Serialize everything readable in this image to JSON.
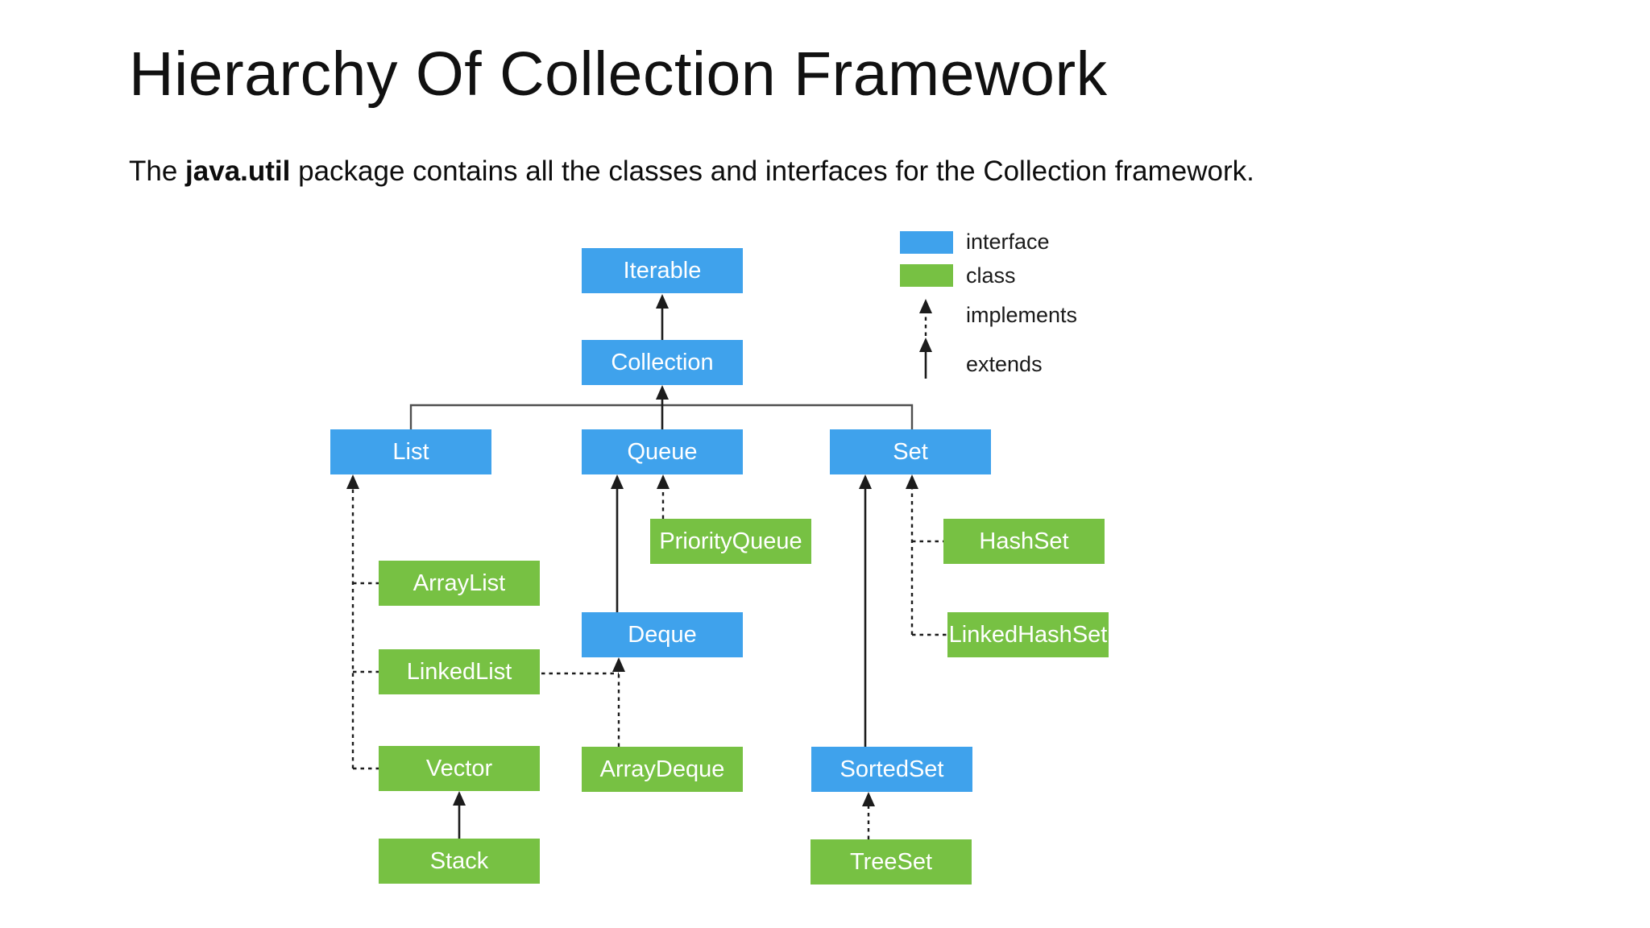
{
  "page": {
    "title": "Hierarchy Of Collection Framework",
    "subtitle_prefix": "The ",
    "subtitle_bold": "java.util",
    "subtitle_suffix": " package contains all the classes and interfaces for the Collection framework."
  },
  "colors": {
    "interface": "#3fa2ec",
    "class": "#77c143"
  },
  "legend": {
    "interface_label": "interface",
    "class_label": "class",
    "implements_label": "implements",
    "extends_label": "extends"
  },
  "diagram": {
    "nodes": {
      "iterable": {
        "label": "Iterable",
        "type": "interface"
      },
      "collection": {
        "label": "Collection",
        "type": "interface"
      },
      "list": {
        "label": "List",
        "type": "interface"
      },
      "queue": {
        "label": "Queue",
        "type": "interface"
      },
      "set": {
        "label": "Set",
        "type": "interface"
      },
      "priorityqueue": {
        "label": "PriorityQueue",
        "type": "class"
      },
      "hashset": {
        "label": "HashSet",
        "type": "class"
      },
      "arraylist": {
        "label": "ArrayList",
        "type": "class"
      },
      "deque": {
        "label": "Deque",
        "type": "interface"
      },
      "linkedhashset": {
        "label": "LinkedHashSet",
        "type": "class"
      },
      "linkedlist": {
        "label": "LinkedList",
        "type": "class"
      },
      "vector": {
        "label": "Vector",
        "type": "class"
      },
      "arraydeque": {
        "label": "ArrayDeque",
        "type": "class"
      },
      "sortedset": {
        "label": "SortedSet",
        "type": "interface"
      },
      "stack": {
        "label": "Stack",
        "type": "class"
      },
      "treeset": {
        "label": "TreeSet",
        "type": "class"
      }
    },
    "edges": [
      {
        "from": "Collection",
        "to": "Iterable",
        "relation": "extends"
      },
      {
        "from": "List",
        "to": "Collection",
        "relation": "extends"
      },
      {
        "from": "Queue",
        "to": "Collection",
        "relation": "extends"
      },
      {
        "from": "Set",
        "to": "Collection",
        "relation": "extends"
      },
      {
        "from": "PriorityQueue",
        "to": "Queue",
        "relation": "implements"
      },
      {
        "from": "Deque",
        "to": "Queue",
        "relation": "extends"
      },
      {
        "from": "ArrayList",
        "to": "List",
        "relation": "implements"
      },
      {
        "from": "LinkedList",
        "to": "List",
        "relation": "implements"
      },
      {
        "from": "Vector",
        "to": "List",
        "relation": "implements"
      },
      {
        "from": "LinkedList",
        "to": "Deque",
        "relation": "implements"
      },
      {
        "from": "ArrayDeque",
        "to": "Deque",
        "relation": "implements"
      },
      {
        "from": "Stack",
        "to": "Vector",
        "relation": "extends"
      },
      {
        "from": "HashSet",
        "to": "Set",
        "relation": "implements"
      },
      {
        "from": "LinkedHashSet",
        "to": "Set",
        "relation": "implements"
      },
      {
        "from": "SortedSet",
        "to": "Set",
        "relation": "extends"
      },
      {
        "from": "TreeSet",
        "to": "SortedSet",
        "relation": "implements"
      }
    ]
  }
}
